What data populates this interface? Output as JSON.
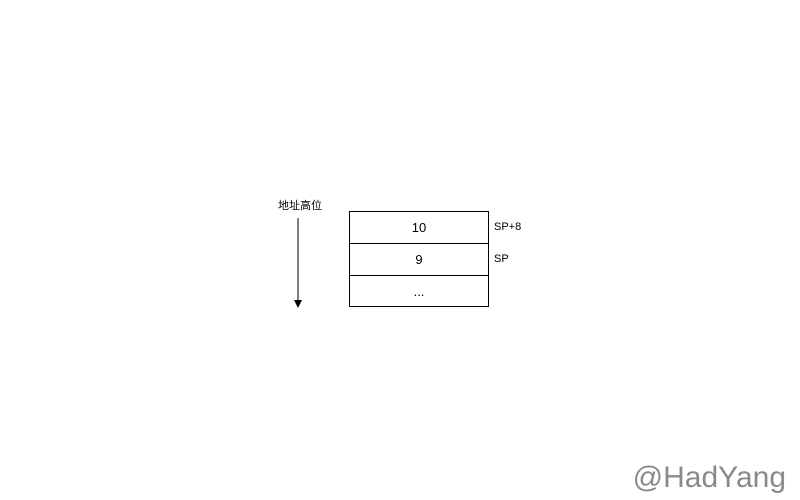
{
  "diagram": {
    "direction_label": "地址高位",
    "stack_cells": [
      {
        "value": "10",
        "pointer": "SP+8"
      },
      {
        "value": "9",
        "pointer": "SP"
      },
      {
        "value": "...",
        "pointer": ""
      }
    ]
  },
  "watermark": "@HadYang"
}
